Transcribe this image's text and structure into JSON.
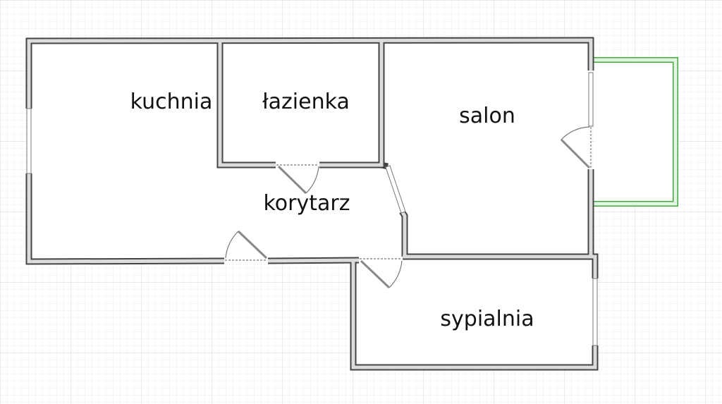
{
  "rooms": {
    "kitchen": "kuchnia",
    "bathroom": "łazienka",
    "living_room": "salon",
    "hallway": "korytarz",
    "bedroom": "sypialnia"
  },
  "colors": {
    "wall": "#444444",
    "wall_fill": "#dcdcdc",
    "balcony": "#3fae3f",
    "grid_minor": "#ececec",
    "grid_major": "#d6d6d6"
  }
}
